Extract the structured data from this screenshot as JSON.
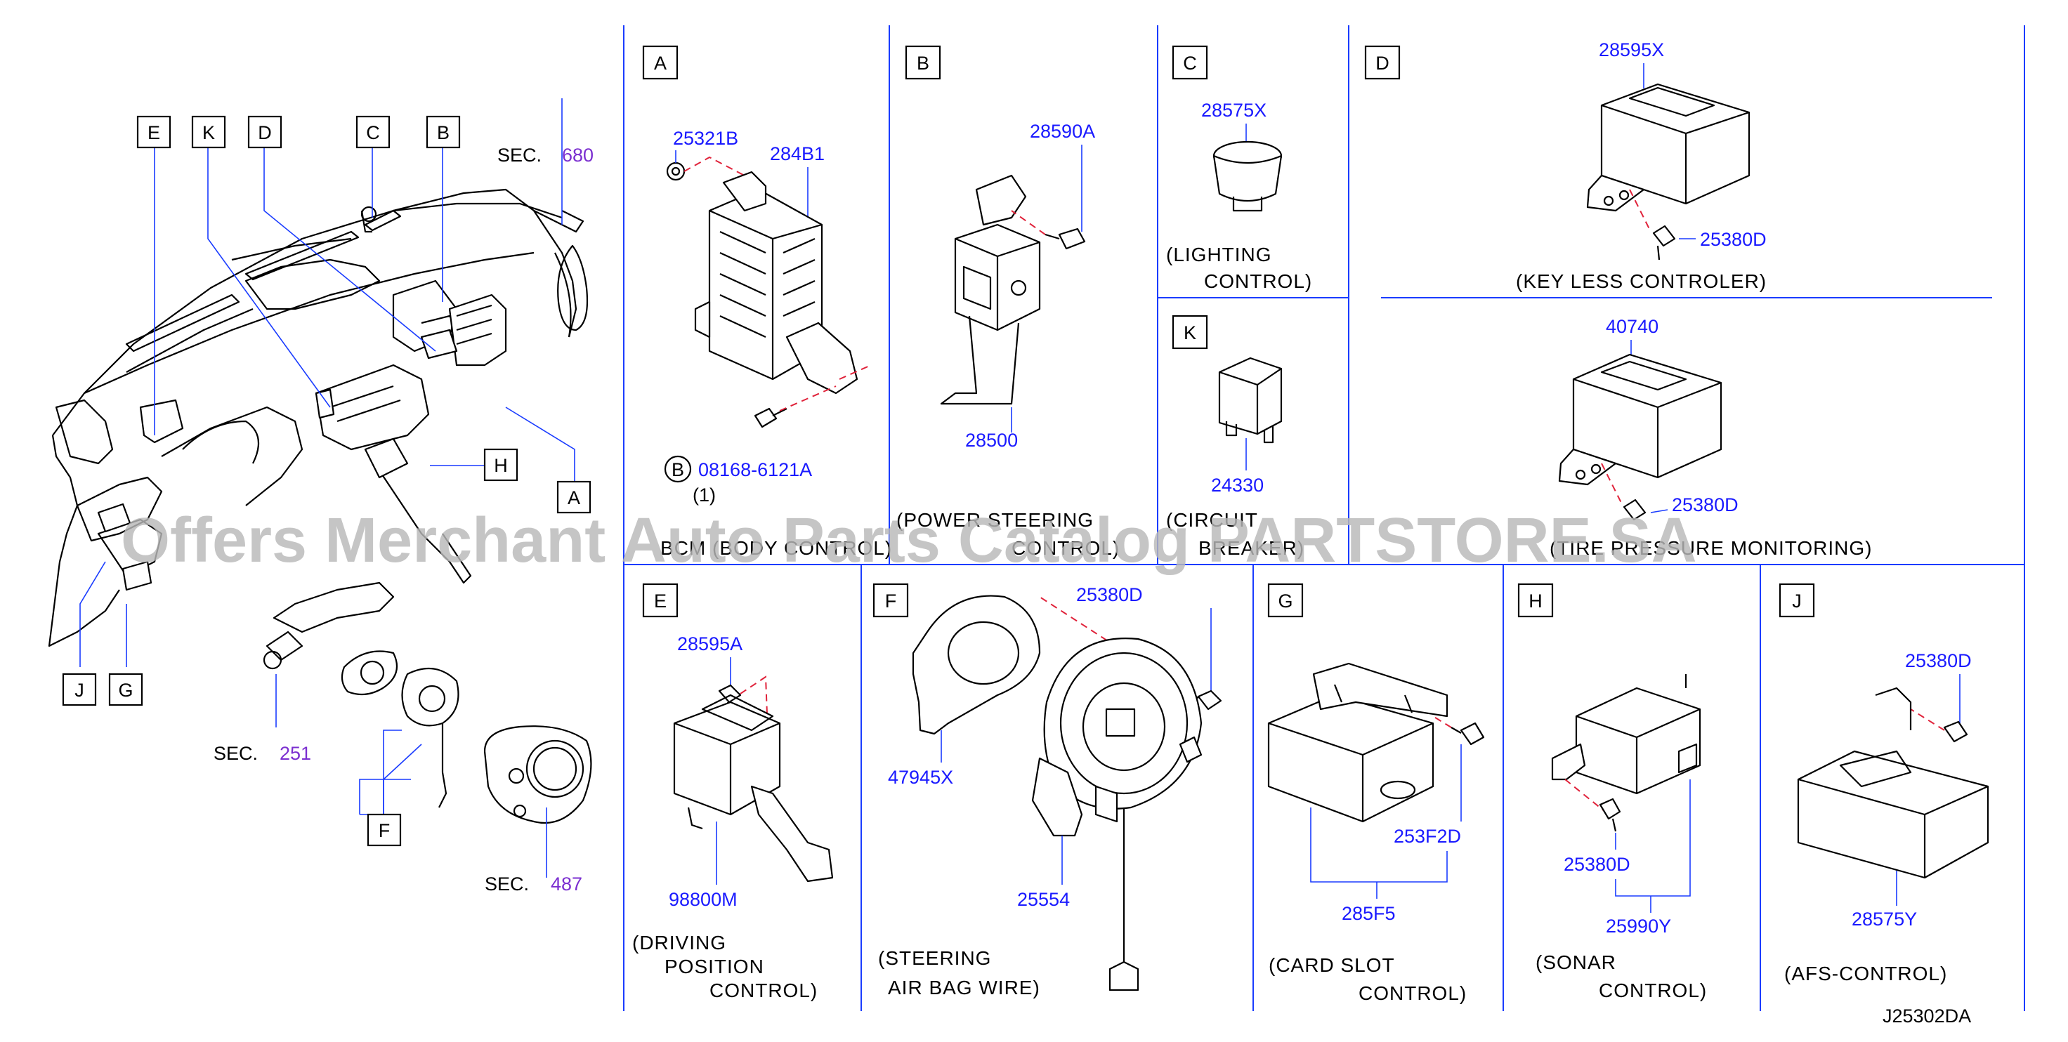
{
  "watermark": "Offers Merchant Auto Parts Catalog PARTSTORE.SA",
  "diagram_code": "J25302DA",
  "overview": {
    "callouts": [
      "E",
      "K",
      "D",
      "C",
      "B",
      "H",
      "A",
      "J",
      "G",
      "F"
    ],
    "sec_prefix": "SEC.",
    "sec_680": "680",
    "sec_251": "251",
    "sec_487": "487"
  },
  "panels": {
    "A": {
      "letter": "A",
      "parts": [
        "25321B",
        "284B1",
        "08168-6121A"
      ],
      "bolt_marker": "B",
      "qty": "(1)",
      "caption": [
        "BCM (BODY CONTROL)"
      ]
    },
    "B": {
      "letter": "B",
      "parts": [
        "28590A",
        "28500"
      ],
      "caption": [
        "(POWER STEERING",
        "CONTROL)"
      ]
    },
    "C": {
      "letter": "C",
      "parts": [
        "28575X"
      ],
      "caption": [
        "(LIGHTING",
        "CONTROL)"
      ]
    },
    "K": {
      "letter": "K",
      "parts": [
        "24330"
      ],
      "caption": [
        "(CIRCUIT",
        "BREAKER)"
      ]
    },
    "D": {
      "letter": "D",
      "parts": [
        "28595X",
        "25380D",
        "40740",
        "25380D"
      ],
      "caption": [
        "(KEY   LESS   CONTROLER)",
        "(TIRE PRESSURE MONITORING)"
      ]
    },
    "E": {
      "letter": "E",
      "parts": [
        "28595A",
        "98800M"
      ],
      "caption": [
        "(DRIVING",
        "POSITION",
        "CONTROL)"
      ]
    },
    "F": {
      "letter": "F",
      "parts": [
        "25380D",
        "47945X",
        "25554"
      ],
      "caption": [
        "(STEERING",
        "AIR   BAG   WIRE)"
      ]
    },
    "G": {
      "letter": "G",
      "parts": [
        "253F2D",
        "285F5"
      ],
      "caption": [
        "(CARD   SLOT",
        "CONTROL)"
      ]
    },
    "H": {
      "letter": "H",
      "parts": [
        "25380D",
        "25990Y"
      ],
      "caption": [
        "(SONAR",
        "CONTROL)"
      ]
    },
    "J": {
      "letter": "J",
      "parts": [
        "25380D",
        "28575Y"
      ],
      "caption": [
        "(AFS-CONTROL)"
      ]
    }
  }
}
